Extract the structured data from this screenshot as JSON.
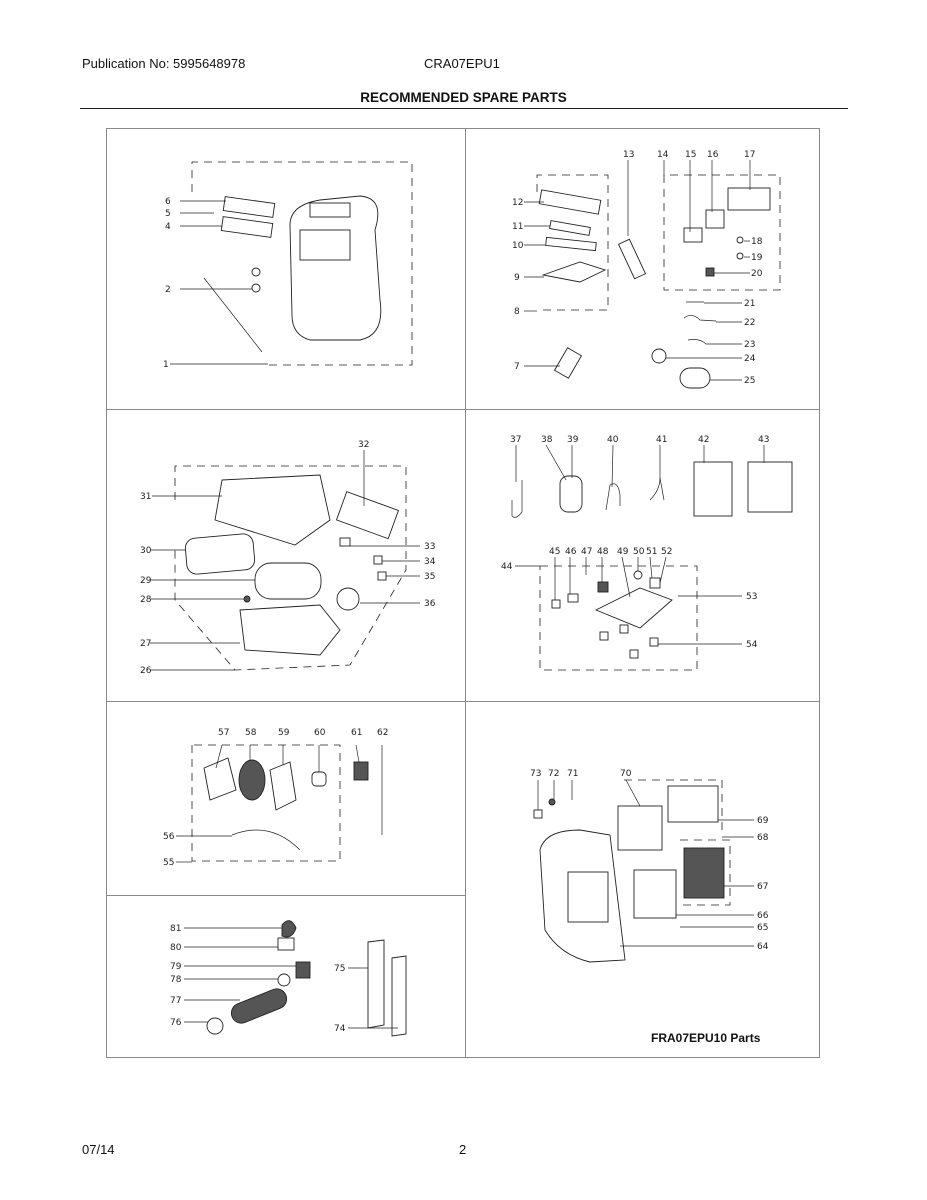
{
  "header": {
    "publication": "Publication No: 5995648978",
    "model": "CRA07EPU1",
    "title": "RECOMMENDED SPARE PARTS"
  },
  "footer": {
    "date": "07/14",
    "page": "2"
  },
  "panel_note": "FRA07EPU10 Parts",
  "part_labels": [
    "1",
    "2",
    "4",
    "5",
    "6",
    "7",
    "8",
    "9",
    "10",
    "11",
    "12",
    "13",
    "14",
    "15",
    "16",
    "17",
    "18",
    "19",
    "20",
    "21",
    "22",
    "23",
    "24",
    "25",
    "26",
    "27",
    "28",
    "29",
    "30",
    "31",
    "32",
    "33",
    "34",
    "35",
    "36",
    "37",
    "38",
    "39",
    "40",
    "41",
    "42",
    "43",
    "44",
    "45",
    "46",
    "47",
    "48",
    "49",
    "50",
    "51",
    "52",
    "53",
    "54",
    "55",
    "56",
    "57",
    "58",
    "59",
    "60",
    "61",
    "62",
    "64",
    "65",
    "66",
    "67",
    "68",
    "69",
    "70",
    "71",
    "72",
    "73",
    "74",
    "75",
    "76",
    "77",
    "78",
    "79",
    "80",
    "81"
  ]
}
